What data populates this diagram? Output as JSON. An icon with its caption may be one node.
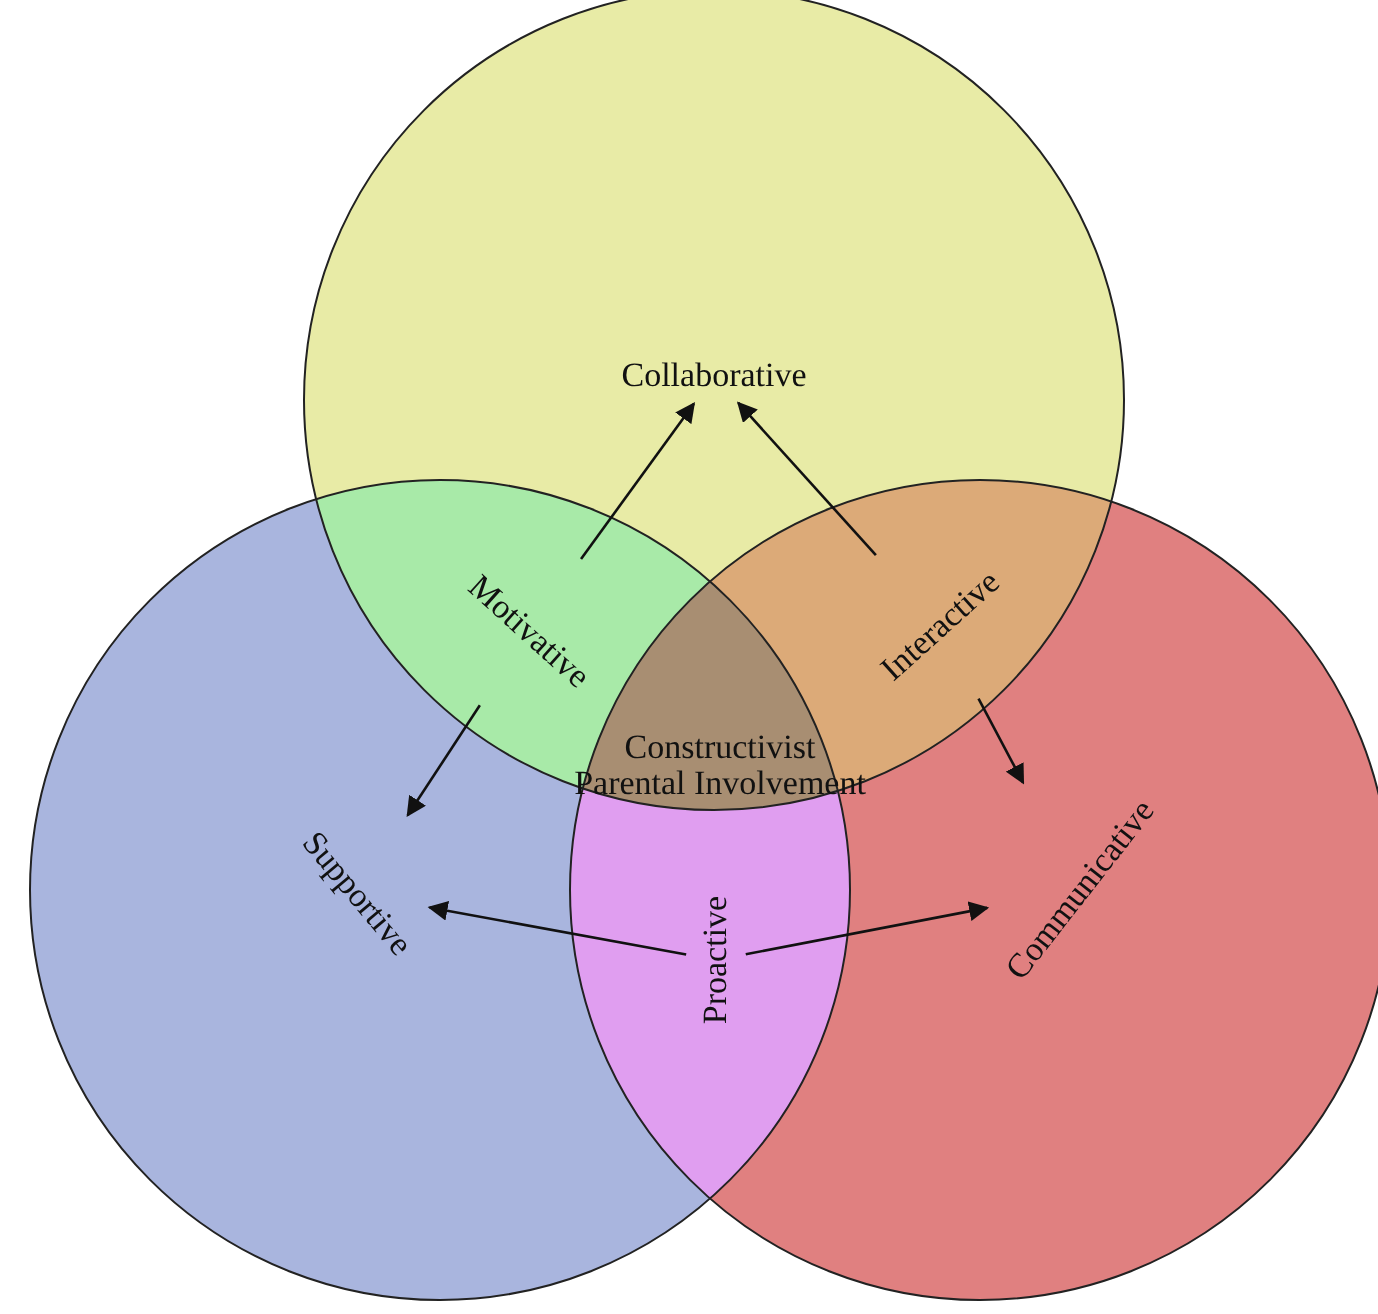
{
  "diagram": {
    "nodes": [
      {
        "text": [
          "Collaborative"
        ]
      },
      {
        "text": [
          "Supportive"
        ]
      },
      {
        "text": [
          "Communicative"
        ]
      },
      {
        "text": [
          "Motivative"
        ]
      },
      {
        "text": [
          "Interactive"
        ]
      },
      {
        "text": [
          "Proactive"
        ]
      },
      {
        "text": [
          "Constructivist Parental Involvement"
        ]
      }
    ],
    "edges": [
      {
        "from": 3,
        "to": 0,
        "arrow": "to"
      },
      {
        "from": 4,
        "to": 0,
        "arrow": "to"
      },
      {
        "from": 3,
        "to": 1,
        "arrow": "to"
      },
      {
        "from": 4,
        "to": 2,
        "arrow": "to"
      },
      {
        "from": 5,
        "to": 1,
        "arrow": "to"
      },
      {
        "from": 5,
        "to": 2,
        "arrow": "to"
      }
    ]
  }
}
